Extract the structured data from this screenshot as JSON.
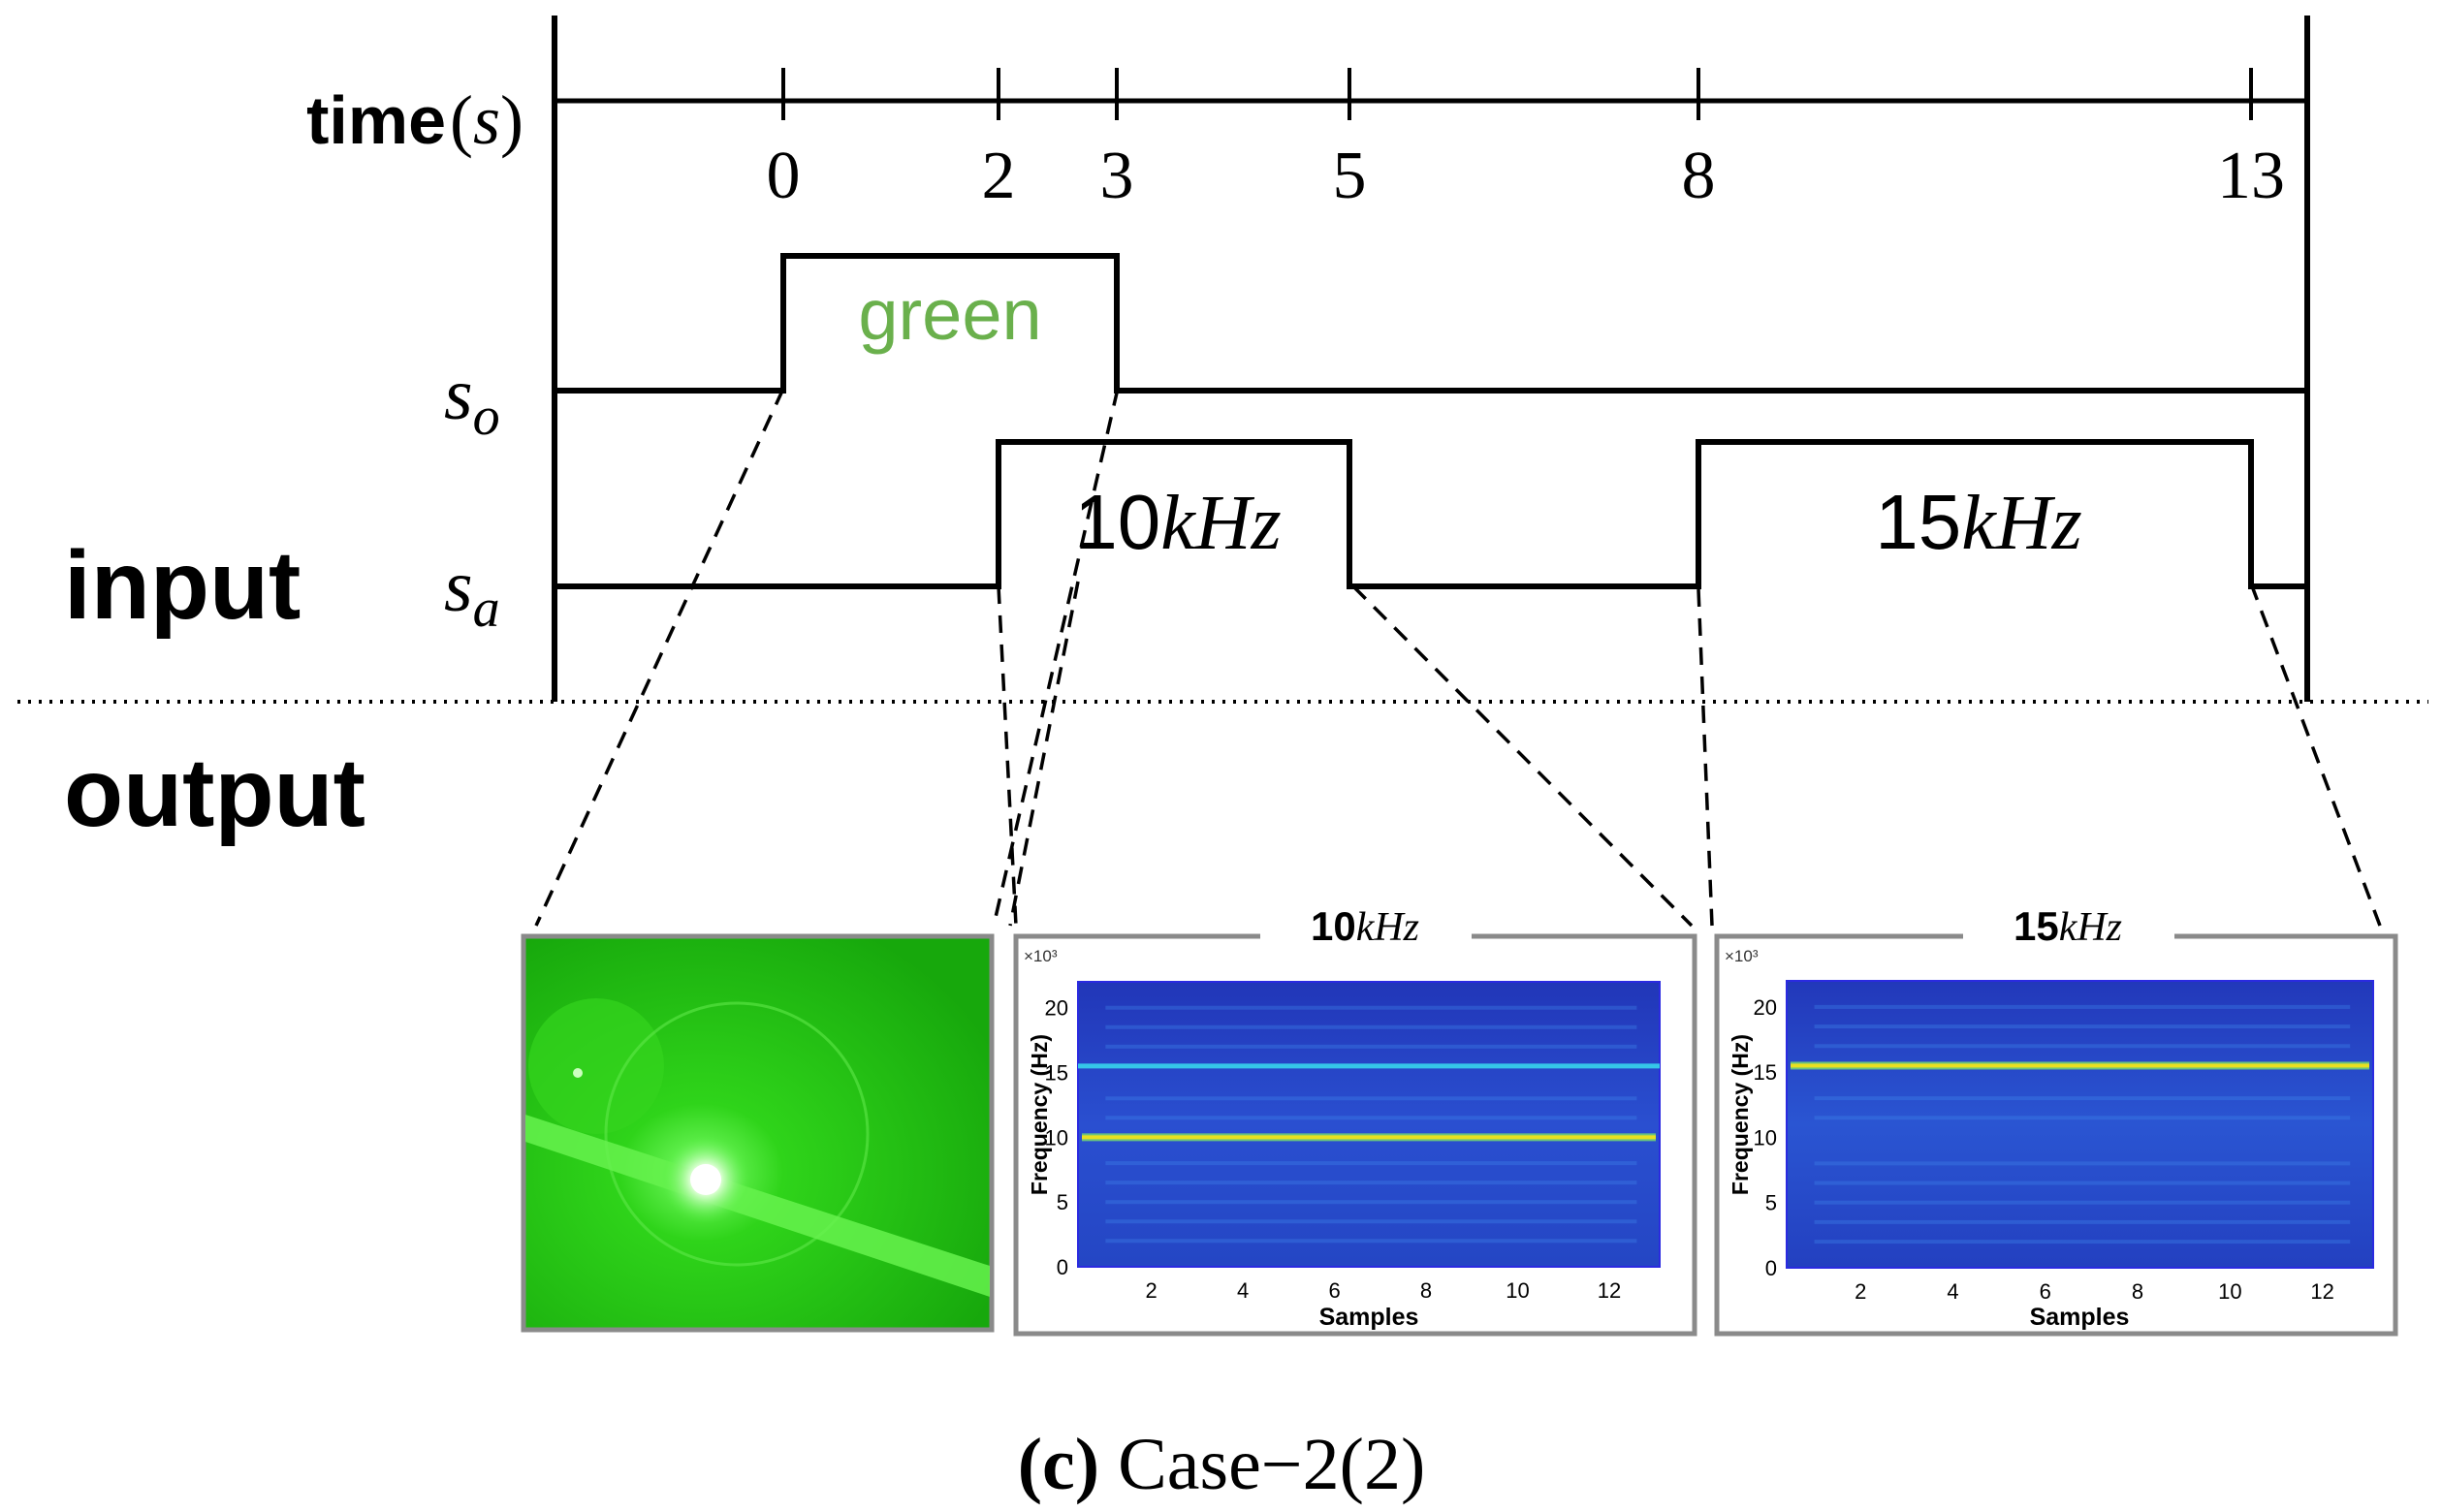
{
  "timeline": {
    "axis_label_word": "time",
    "axis_label_open": "(",
    "axis_label_unit": "s",
    "axis_label_close": ")",
    "ticks": [
      "0",
      "2",
      "3",
      "5",
      "8",
      "13"
    ]
  },
  "signals": {
    "so_base": "s",
    "so_sub": "o",
    "sa_base": "s",
    "sa_sub": "a",
    "so_pulses": [
      {
        "start": 0,
        "end": 3,
        "label": "green",
        "color": "#6ab04c"
      }
    ],
    "sa_pulses": [
      {
        "start": 2,
        "end": 5,
        "num": "10",
        "unit": "kHz"
      },
      {
        "start": 8,
        "end": 13,
        "num": "15",
        "unit": "kHz"
      }
    ]
  },
  "sections": {
    "input": "input",
    "output": "output"
  },
  "panels": {
    "image": {
      "description_icon": "green-laser-photo"
    },
    "spec10": {
      "title_num": "10",
      "title_unit": "kHz",
      "exponent": "×10³",
      "ylabel": "Frequency (Hz)",
      "xlabel": "Samples",
      "yticks": [
        "0",
        "5",
        "10",
        "15",
        "20"
      ],
      "xticks": [
        "2",
        "4",
        "6",
        "8",
        "10",
        "12"
      ],
      "dominant_line_khz": 10,
      "secondary_line_khz": 15.5
    },
    "spec15": {
      "title_num": "15",
      "title_unit": "kHz",
      "exponent": "×10³",
      "ylabel": "Frequency (Hz)",
      "xlabel": "Samples",
      "yticks": [
        "0",
        "5",
        "10",
        "15",
        "20"
      ],
      "xticks": [
        "2",
        "4",
        "6",
        "8",
        "10",
        "12"
      ],
      "dominant_line_khz": 15.5
    }
  },
  "caption": {
    "label": "(c)",
    "text": "Case−2(2)"
  },
  "colors": {
    "spec_dark": "#1f2fa8",
    "spec_mid": "#2a6fe0",
    "spec_line": "#e8e020",
    "green": "#22d40c"
  }
}
